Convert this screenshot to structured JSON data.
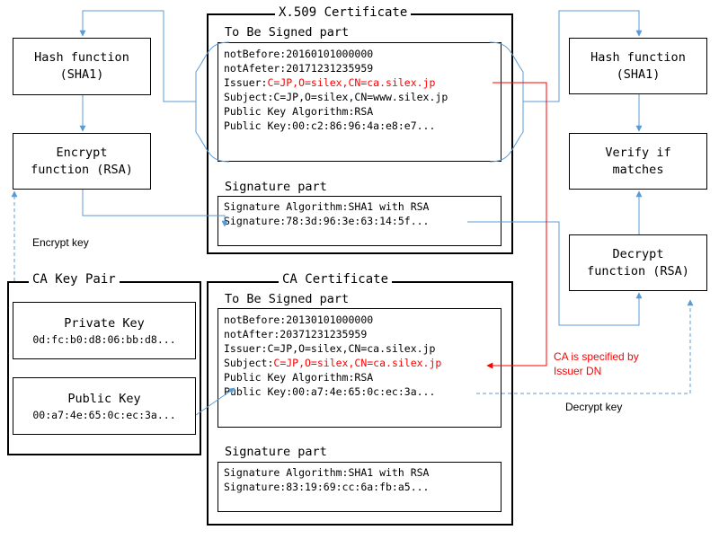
{
  "x509_cert": {
    "title": "X.509 Certificate",
    "tbs_title": "To Be Signed part",
    "tbs_fields": {
      "not_before": "notBefore:20160101000000",
      "not_after": "notAfeter:20171231235959",
      "issuer_key": "Issuer:",
      "issuer_value": "C=JP,O=silex,CN=ca.silex.jp",
      "subject": "Subject:C=JP,O=silex,CN=www.silex.jp",
      "public_key_algorithm": "Public Key Algorithm:RSA",
      "public_key": "Public Key:00:c2:86:96:4a:e8:e7..."
    },
    "sig_title": "Signature part",
    "sig_fields": {
      "algorithm": "Signature Algorithm:SHA1 with RSA",
      "signature": "Signature:78:3d:96:3e:63:14:5f..."
    }
  },
  "ca_cert": {
    "title": "CA Certificate",
    "tbs_title": "To Be Signed part",
    "tbs_fields": {
      "not_before": "notBefore:20130101000000",
      "not_after": "notAfter:20371231235959",
      "issuer": "Issuer:C=JP,O=silex,CN=ca.silex.jp",
      "subject_key": "Subject:",
      "subject_value": "C=JP,O=silex,CN=ca.silex.jp",
      "public_key_algorithm": "Public Key Algorithm:RSA",
      "public_key": "Public Key:00:a7:4e:65:0c:ec:3a..."
    },
    "sig_title": "Signature part",
    "sig_fields": {
      "algorithm": "Signature Algorithm:SHA1 with RSA",
      "signature": "Signature:83:19:69:cc:6a:fb:a5..."
    }
  },
  "ca_key_pair": {
    "title": "CA Key Pair",
    "private_key": {
      "label": "Private Key",
      "value": "0d:fc:b0:d8:06:bb:d8..."
    },
    "public_key": {
      "label": "Public Key",
      "value": "00:a7:4e:65:0c:ec:3a..."
    }
  },
  "signer": {
    "hash": {
      "line1": "Hash function",
      "line2": "(SHA1)"
    },
    "encrypt": {
      "line1": "Encrypt",
      "line2": "function (RSA)"
    }
  },
  "verifier": {
    "hash": {
      "line1": "Hash function",
      "line2": "(SHA1)"
    },
    "verify": {
      "line1": "Verify if",
      "line2": "matches"
    },
    "decrypt": {
      "line1": "Decrypt",
      "line2": "function (RSA)"
    }
  },
  "labels": {
    "encrypt_key": "Encrypt key",
    "decrypt_key": "Decrypt key",
    "ca_specified_line1": "CA is specified by",
    "ca_specified_line2": "Issuer DN"
  },
  "colors": {
    "flow_arrow": "#5b9bd5",
    "issuer_link": "#ff0000",
    "highlight_text": "#ff0000",
    "box_border": "#000000"
  }
}
